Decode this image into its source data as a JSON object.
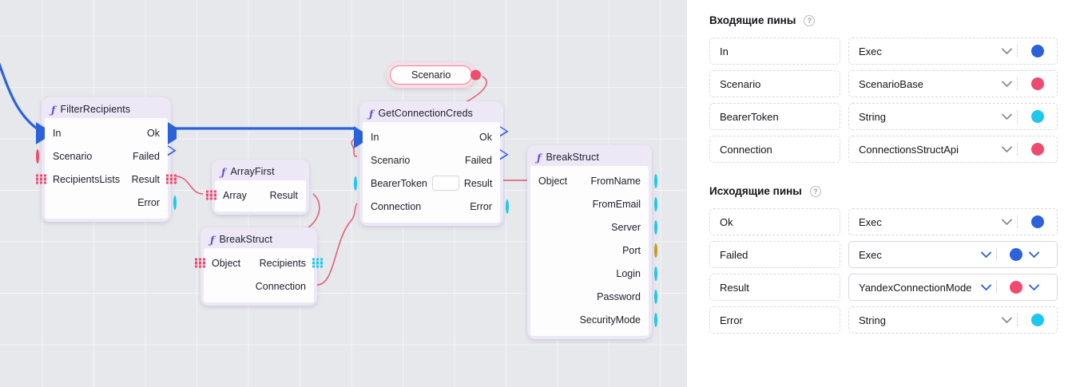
{
  "canvas": {
    "nodes": [
      {
        "id": "filter-recipients",
        "title": "FilterRecipients",
        "icon": "function-icon",
        "inputs": [
          {
            "label": "In",
            "connector": "exec-filled-blue"
          },
          {
            "label": "Scenario",
            "connector": "dot-hollow-pink"
          },
          {
            "label": "RecipientsLists",
            "connector": "grid-pink"
          }
        ],
        "outputs": [
          {
            "label": "Ok",
            "connector": "exec-filled-blue"
          },
          {
            "label": "Failed",
            "connector": "exec-hollow-blue"
          },
          {
            "label": "Result",
            "connector": "grid-pink"
          },
          {
            "label": "Error",
            "connector": "dot-hollow-cyan"
          }
        ]
      },
      {
        "id": "array-first",
        "title": "ArrayFirst",
        "icon": "function-icon",
        "inputs": [
          {
            "label": "Array",
            "connector": "grid-pink"
          }
        ],
        "outputs": [
          {
            "label": "Result",
            "connector": "dot-filled-pink"
          }
        ]
      },
      {
        "id": "break-struct-left",
        "title": "BreakStruct",
        "icon": "function-icon",
        "inputs": [
          {
            "label": "Object",
            "connector": "grid-pink"
          }
        ],
        "outputs": [
          {
            "label": "Recipients",
            "connector": "grid-cyan"
          },
          {
            "label": "Connection",
            "connector": "dot-filled-pink"
          }
        ]
      },
      {
        "id": "get-connection-creds",
        "title": "GetConnectionCreds",
        "icon": "function-icon",
        "inputs": [
          {
            "label": "In",
            "connector": "exec-filled-blue"
          },
          {
            "label": "Scenario",
            "connector": "dot-filled-pink"
          },
          {
            "label": "BearerToken",
            "connector": "dot-hollow-cyan",
            "field": ""
          },
          {
            "label": "Connection",
            "connector": "dot-filled-pink"
          }
        ],
        "outputs": [
          {
            "label": "Ok",
            "connector": "exec-hollow-blue"
          },
          {
            "label": "Failed",
            "connector": "exec-hollow-blue"
          },
          {
            "label": "Result",
            "connector": "dot-filled-pink"
          },
          {
            "label": "Error",
            "connector": "dot-hollow-cyan"
          }
        ]
      },
      {
        "id": "break-struct-right",
        "title": "BreakStruct",
        "icon": "function-icon",
        "inputs": [
          {
            "label": "Object",
            "connector": "dot-filled-pink"
          }
        ],
        "outputs": [
          {
            "label": "FromName",
            "connector": "dot-hollow-cyan"
          },
          {
            "label": "FromEmail",
            "connector": "dot-hollow-cyan"
          },
          {
            "label": "Server",
            "connector": "dot-hollow-cyan"
          },
          {
            "label": "Port",
            "connector": "dot-hollow-gold"
          },
          {
            "label": "Login",
            "connector": "dot-hollow-cyan"
          },
          {
            "label": "Password",
            "connector": "dot-hollow-cyan"
          },
          {
            "label": "SecurityMode",
            "connector": "dot-hollow-cyan"
          }
        ]
      }
    ],
    "pill_node": {
      "label": "Scenario",
      "connector": "dot-filled-pink"
    }
  },
  "panel": {
    "incoming": {
      "title": "Входящие пины",
      "help_icon": "question-mark-icon",
      "rows": [
        {
          "name": "In",
          "type": "Exec",
          "color": "#2b62d9",
          "active": false
        },
        {
          "name": "Scenario",
          "type": "ScenarioBase",
          "color": "#ef4b6e",
          "active": false
        },
        {
          "name": "BearerToken",
          "type": "String",
          "color": "#1dc8ec",
          "active": false
        },
        {
          "name": "Connection",
          "type": "ConnectionsStructApi",
          "color": "#ef4b6e",
          "active": false
        }
      ]
    },
    "outgoing": {
      "title": "Исходящие пины",
      "help_icon": "question-mark-icon",
      "rows": [
        {
          "name": "Ok",
          "type": "Exec",
          "color": "#2b62d9",
          "active": false
        },
        {
          "name": "Failed",
          "type": "Exec",
          "color": "#2b62d9",
          "active": true
        },
        {
          "name": "Result",
          "type": "YandexConnectionMode",
          "color": "#ef4b6e",
          "active": true
        },
        {
          "name": "Error",
          "type": "String",
          "color": "#1dc8ec",
          "active": false
        }
      ]
    }
  },
  "colors": {
    "exec_blue": "#2b62d9",
    "struct_pink": "#ef4b6e",
    "string_cyan": "#1dc8ec",
    "int_gold": "#c79a23",
    "node_header": "#ece8f6",
    "canvas_bg": "#e7e8ec"
  }
}
